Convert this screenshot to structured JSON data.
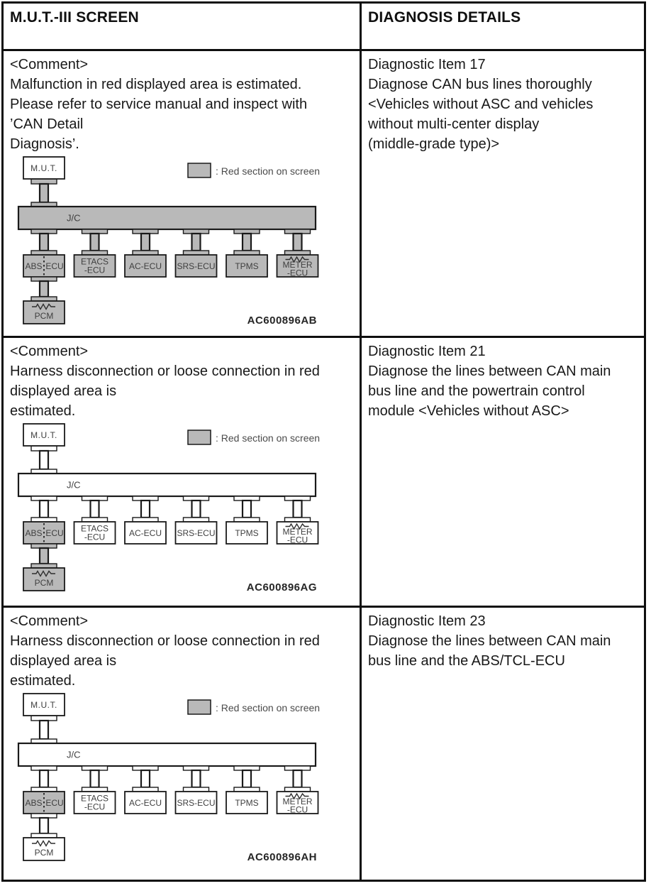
{
  "header": {
    "col1": "M.U.T.-III SCREEN",
    "col2": "DIAGNOSIS DETAILS"
  },
  "colors": {
    "red_section_gray": "#b9b9b9",
    "box_white": "#ffffff",
    "line_ink": "#1a1a1a",
    "diagram_text": "#3f3f3f"
  },
  "legend_label": ": Red section on screen",
  "diagram_labels": {
    "mut": "M.U.T.",
    "jc": "J/C",
    "abs_left": "ABS",
    "abs_right": "ECU",
    "etacs": [
      "ETACS",
      "-ECU"
    ],
    "ac": [
      "AC-ECU"
    ],
    "srs": [
      "SRS-ECU"
    ],
    "tpms": [
      "TPMS"
    ],
    "meter": [
      "METER",
      "-ECU"
    ],
    "pcm": "PCM"
  },
  "rows": [
    {
      "comment_lines": [
        "<Comment>",
        "Malfunction in red displayed area is estimated.",
        "Please refer to service manual and inspect with",
        "’CAN Detail",
        "Diagnosis’."
      ],
      "diagnosis_lines": [
        "Diagnostic Item 17",
        "Diagnose CAN bus lines thoroughly",
        "<Vehicles without ASC and vehicles",
        "without multi-center display",
        "(middle-grade type)>"
      ],
      "figure_code": "AC600896AB",
      "red_parts": {
        "link_mut": true,
        "jc": true,
        "links_bus": true,
        "abs": true,
        "etacs": true,
        "ac": true,
        "srs": true,
        "tpms": true,
        "meter": true,
        "link_pcm": true,
        "pcm": true
      }
    },
    {
      "comment_lines": [
        "<Comment>",
        "Harness disconnection or loose connection in red",
        "displayed area is",
        "estimated."
      ],
      "diagnosis_lines": [
        "Diagnostic Item 21",
        "Diagnose the lines between CAN main",
        "bus line and the powertrain control",
        "module <Vehicles without ASC>"
      ],
      "figure_code": "AC600896AG",
      "red_parts": {
        "abs": true,
        "link_pcm": true,
        "pcm": true
      }
    },
    {
      "comment_lines": [
        "<Comment>",
        "Harness disconnection or loose connection in red",
        "displayed area is",
        "estimated."
      ],
      "diagnosis_lines": [
        "Diagnostic Item 23",
        "Diagnose the lines between CAN main",
        "bus line and the ABS/TCL-ECU"
      ],
      "figure_code": "AC600896AH",
      "red_parts": {
        "abs": true
      }
    }
  ]
}
